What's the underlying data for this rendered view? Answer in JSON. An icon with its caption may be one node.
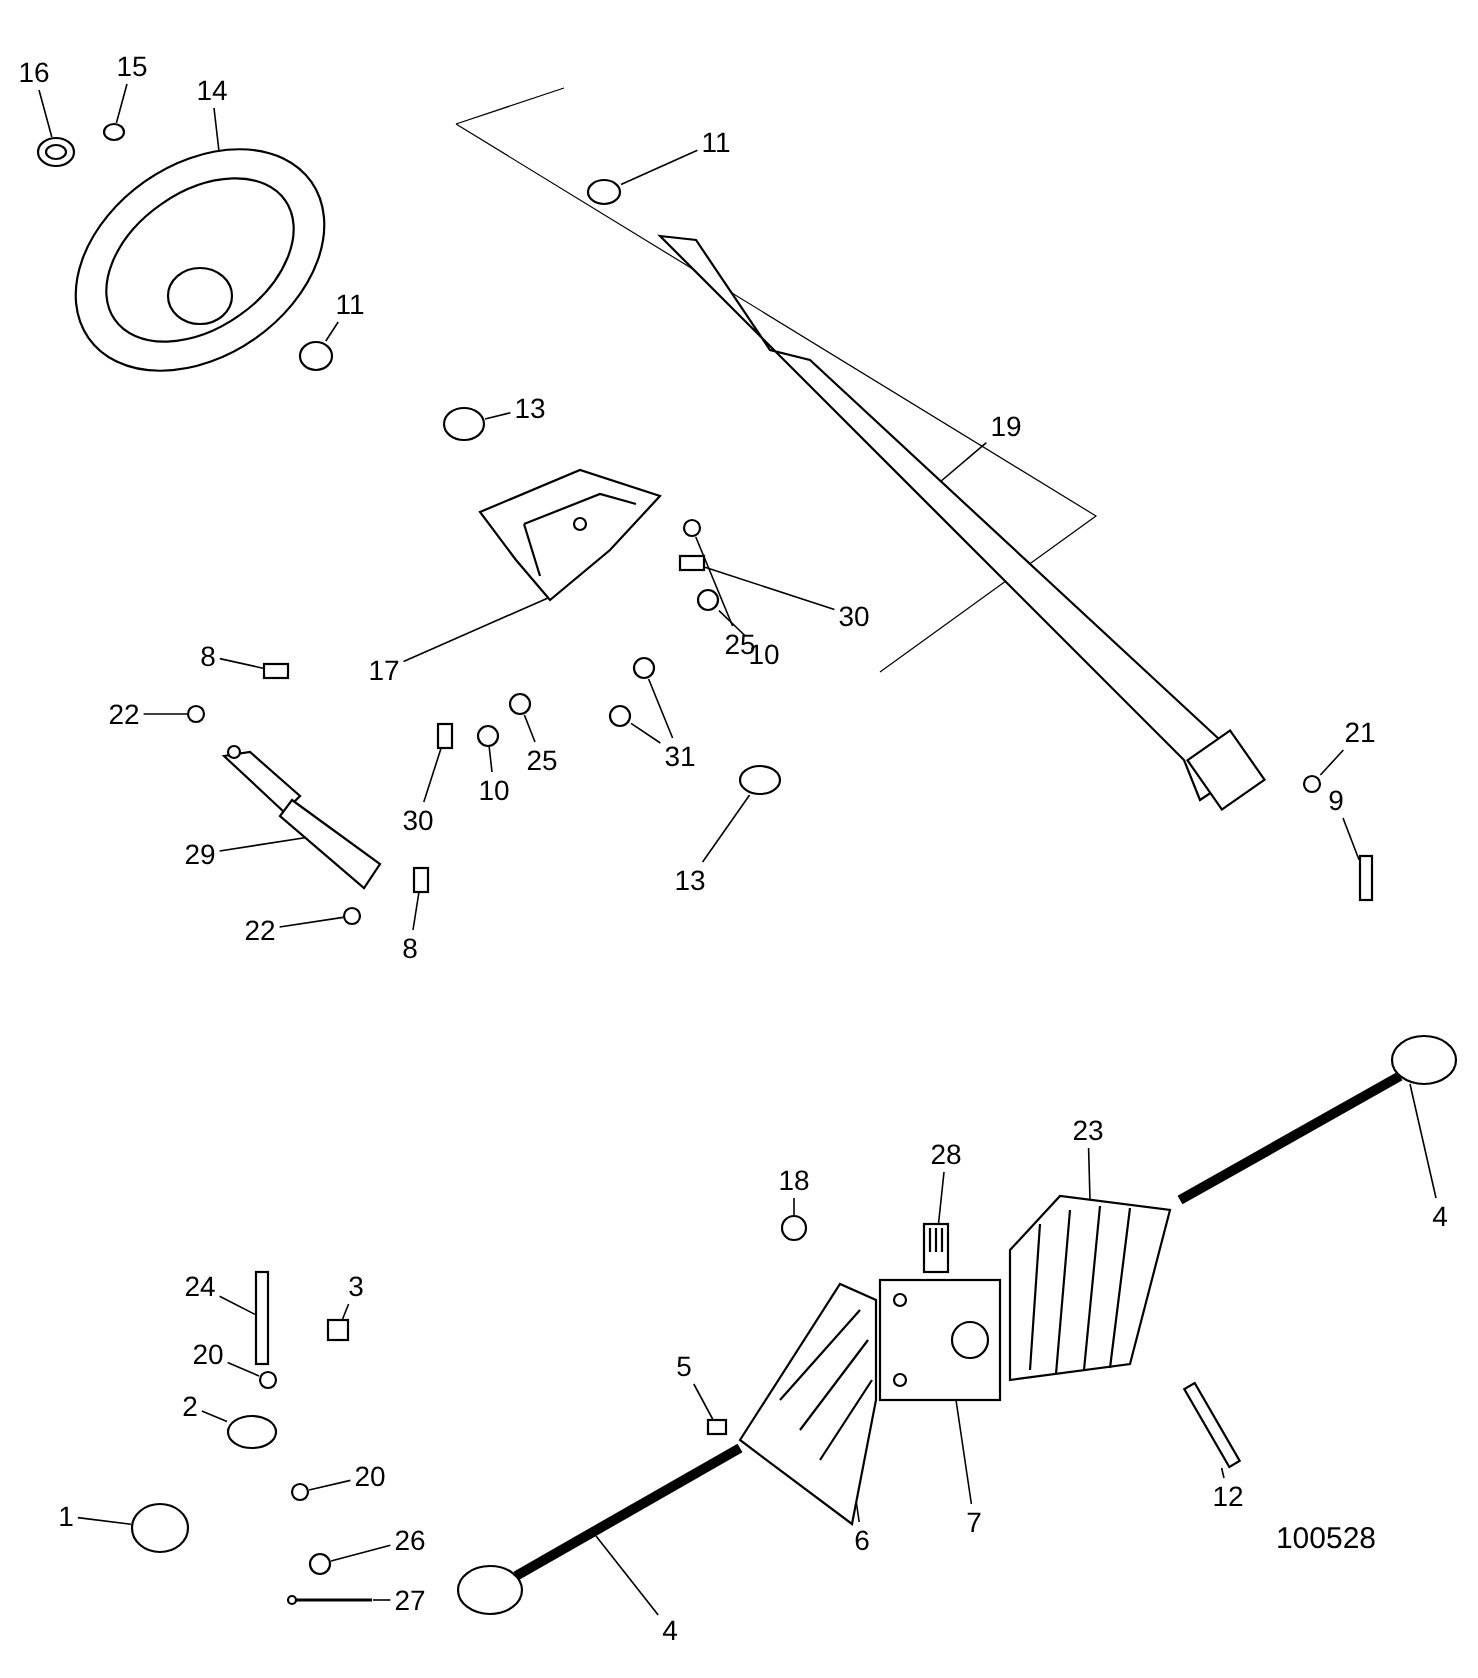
{
  "diagram": {
    "nodes": [
      {
        "text": [
          "16"
        ]
      },
      {
        "text": [
          "15"
        ]
      },
      {
        "text": [
          "14"
        ]
      },
      {
        "text": [
          "11"
        ]
      },
      {
        "text": [
          "11"
        ]
      },
      {
        "text": [
          "13"
        ]
      },
      {
        "text": [
          "19"
        ]
      },
      {
        "text": [
          "30"
        ]
      },
      {
        "text": [
          "25"
        ]
      },
      {
        "text": [
          "10"
        ]
      },
      {
        "text": [
          "8"
        ]
      },
      {
        "text": [
          "17"
        ]
      },
      {
        "text": [
          "22"
        ]
      },
      {
        "text": [
          "21"
        ]
      },
      {
        "text": [
          "31"
        ]
      },
      {
        "text": [
          "25"
        ]
      },
      {
        "text": [
          "10"
        ]
      },
      {
        "text": [
          "9"
        ]
      },
      {
        "text": [
          "30"
        ]
      },
      {
        "text": [
          "29"
        ]
      },
      {
        "text": [
          "13"
        ]
      },
      {
        "text": [
          "22"
        ]
      },
      {
        "text": [
          "8"
        ]
      },
      {
        "text": [
          "23"
        ]
      },
      {
        "text": [
          "28"
        ]
      },
      {
        "text": [
          "18"
        ]
      },
      {
        "text": [
          "4"
        ]
      },
      {
        "text": [
          "24"
        ]
      },
      {
        "text": [
          "3"
        ]
      },
      {
        "text": [
          "20"
        ]
      },
      {
        "text": [
          "5"
        ]
      },
      {
        "text": [
          "2"
        ]
      },
      {
        "text": [
          "20"
        ]
      },
      {
        "text": [
          "12"
        ]
      },
      {
        "text": [
          "1"
        ]
      },
      {
        "text": [
          "7"
        ]
      },
      {
        "text": [
          "6"
        ]
      },
      {
        "text": [
          "26"
        ]
      },
      {
        "text": [
          "4"
        ]
      },
      {
        "text": [
          "27"
        ]
      },
      {
        "text": [],
        "shape": "picture"
      },
      {
        "text": [],
        "shape": "circle"
      },
      {
        "text": [],
        "shape": "picture"
      },
      {
        "text": [],
        "shape": "circle"
      },
      {
        "text": [],
        "shape": "circle"
      },
      {
        "text": [],
        "shape": "circle"
      },
      {
        "text": [],
        "shape": "picture"
      },
      {
        "text": [],
        "shape": "box"
      },
      {
        "text": [],
        "shape": "circle"
      },
      {
        "text": [],
        "shape": "circle"
      },
      {
        "text": [],
        "shape": "box"
      },
      {
        "text": [],
        "shape": "picture"
      },
      {
        "text": [],
        "shape": "circle"
      },
      {
        "text": [],
        "shape": "circle"
      },
      {
        "text": [],
        "shape": "circle"
      },
      {
        "text": [],
        "shape": "circle"
      },
      {
        "text": [],
        "shape": "circle"
      },
      {
        "text": [],
        "shape": "circle"
      },
      {
        "text": [],
        "shape": "box"
      },
      {
        "text": [],
        "shape": "box"
      },
      {
        "text": [],
        "shape": "picture"
      },
      {
        "text": [],
        "shape": "circle"
      },
      {
        "text": [],
        "shape": "circle"
      },
      {
        "text": [],
        "shape": "box"
      },
      {
        "text": [],
        "shape": "picture"
      },
      {
        "text": [],
        "shape": "picture"
      },
      {
        "text": [],
        "shape": "circle"
      },
      {
        "text": [],
        "shape": "picture"
      },
      {
        "text": [],
        "shape": "box"
      },
      {
        "text": [],
        "shape": "box"
      },
      {
        "text": [],
        "shape": "circle"
      },
      {
        "text": [],
        "shape": "box"
      },
      {
        "text": [],
        "shape": "circle"
      },
      {
        "text": [],
        "shape": "circle"
      },
      {
        "text": [],
        "shape": "box"
      },
      {
        "text": [],
        "shape": "circle"
      },
      {
        "text": [],
        "shape": "picture"
      },
      {
        "text": [],
        "shape": "picture"
      },
      {
        "text": [],
        "shape": "circle"
      },
      {
        "text": [],
        "shape": "picture"
      },
      {
        "text": [],
        "shape": "picture"
      }
    ],
    "edges": [
      {
        "from": 0,
        "to": 40,
        "arrow": "none"
      },
      {
        "from": 1,
        "to": 41,
        "arrow": "none"
      },
      {
        "from": 2,
        "to": 42,
        "arrow": "none"
      },
      {
        "from": 3,
        "to": 43,
        "arrow": "none"
      },
      {
        "from": 4,
        "to": 44,
        "arrow": "none"
      },
      {
        "from": 5,
        "to": 45,
        "arrow": "none"
      },
      {
        "from": 6,
        "to": 46,
        "arrow": "none"
      },
      {
        "from": 7,
        "to": 47,
        "arrow": "none"
      },
      {
        "from": 8,
        "to": 48,
        "arrow": "none"
      },
      {
        "from": 9,
        "to": 49,
        "arrow": "none"
      },
      {
        "from": 10,
        "to": 50,
        "arrow": "none"
      },
      {
        "from": 11,
        "to": 51,
        "arrow": "none"
      },
      {
        "from": 12,
        "to": 52,
        "arrow": "none"
      },
      {
        "from": 13,
        "to": 53,
        "arrow": "none"
      },
      {
        "from": 14,
        "to": 54,
        "arrow": "none"
      },
      {
        "from": 14,
        "to": 55,
        "arrow": "none"
      },
      {
        "from": 15,
        "to": 56,
        "arrow": "none"
      },
      {
        "from": 16,
        "to": 57,
        "arrow": "none"
      },
      {
        "from": 17,
        "to": 58,
        "arrow": "none"
      },
      {
        "from": 18,
        "to": 59,
        "arrow": "none"
      },
      {
        "from": 19,
        "to": 60,
        "arrow": "none"
      },
      {
        "from": 20,
        "to": 61,
        "arrow": "none"
      },
      {
        "from": 21,
        "to": 62,
        "arrow": "none"
      },
      {
        "from": 22,
        "to": 63,
        "arrow": "none"
      },
      {
        "from": 23,
        "to": 64,
        "arrow": "none"
      },
      {
        "from": 24,
        "to": 65,
        "arrow": "none"
      },
      {
        "from": 25,
        "to": 66,
        "arrow": "none"
      },
      {
        "from": 26,
        "to": 67,
        "arrow": "none"
      },
      {
        "from": 27,
        "to": 68,
        "arrow": "none"
      },
      {
        "from": 28,
        "to": 69,
        "arrow": "none"
      },
      {
        "from": 29,
        "to": 70,
        "arrow": "none"
      },
      {
        "from": 30,
        "to": 71,
        "arrow": "none"
      },
      {
        "from": 31,
        "to": 72,
        "arrow": "none"
      },
      {
        "from": 32,
        "to": 73,
        "arrow": "none"
      },
      {
        "from": 33,
        "to": 74,
        "arrow": "none"
      },
      {
        "from": 34,
        "to": 75,
        "arrow": "none"
      },
      {
        "from": 35,
        "to": 76,
        "arrow": "none"
      },
      {
        "from": 36,
        "to": 77,
        "arrow": "none"
      },
      {
        "from": 37,
        "to": 78,
        "arrow": "none"
      },
      {
        "from": 38,
        "to": 79,
        "arrow": "none"
      },
      {
        "from": 39,
        "to": 80,
        "arrow": "none"
      }
    ],
    "labels": [
      "100528"
    ]
  }
}
